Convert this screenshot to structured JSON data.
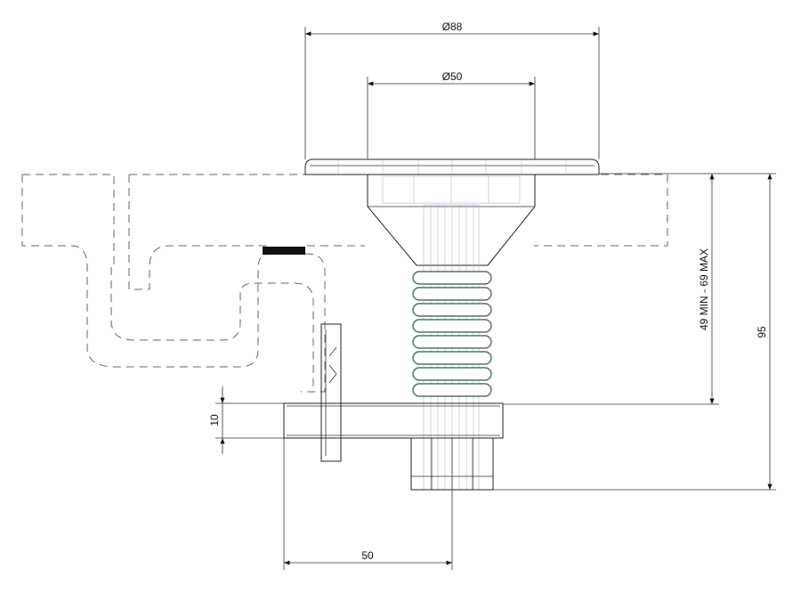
{
  "drawing": {
    "dimensions": {
      "flange_diameter": "Ø88",
      "inner_diameter": "Ø50",
      "adjust_range": "49 MIN - 69 MAX",
      "total_height": "95",
      "bracket_thickness": "10",
      "bracket_offset": "50"
    },
    "colors": {
      "line": "#222222",
      "hidden": "#666666",
      "hatch": "#9aa8c8",
      "spring": "#2a5a4a",
      "gasket": "#111111"
    }
  }
}
